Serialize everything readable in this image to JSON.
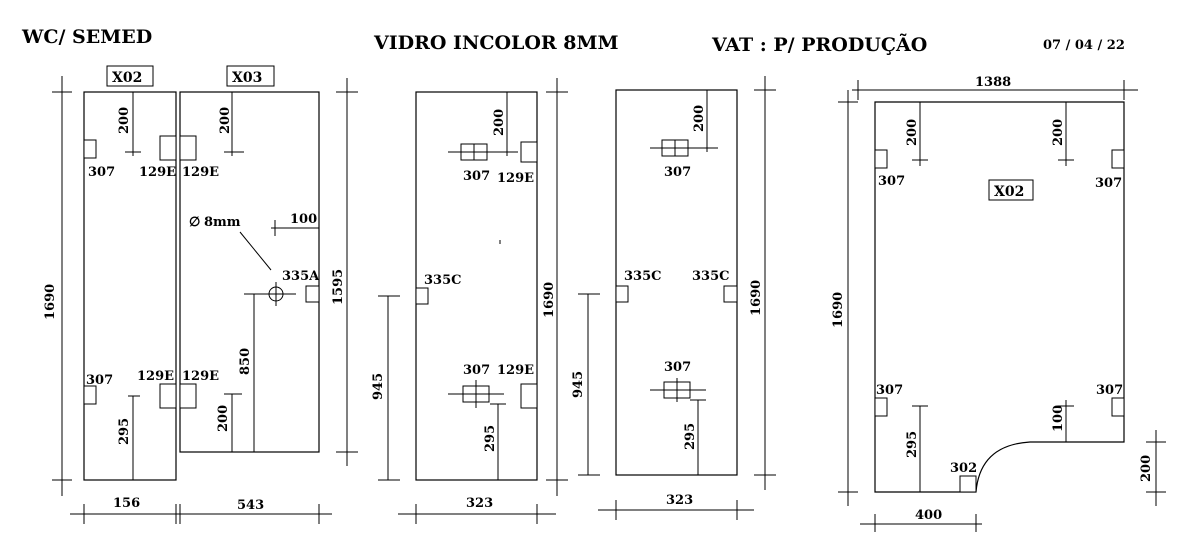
{
  "header": {
    "client": "WC/ SEMED",
    "material": "VIDRO INCOLOR 8MM",
    "vat": "VAT : P/ PRODUÇÃO",
    "date": "07 / 04 / 22"
  },
  "panel_tags": {
    "a": "X02",
    "b": "X03",
    "c": "X02"
  },
  "dimensions": {
    "height_1690": "1690",
    "height_1595": "1595",
    "width_156": "156",
    "width_543": "543",
    "width_323": "323",
    "width_1388": "1388",
    "width_400": "400",
    "offset_200": "200",
    "offset_295": "295",
    "offset_850": "850",
    "offset_945": "945",
    "offset_100": "100"
  },
  "hardware": {
    "h307": "307",
    "h129e": "129E",
    "h335a": "335A",
    "h335c": "335C",
    "h302": "302"
  },
  "hole": {
    "diameter_label": "8mm"
  }
}
